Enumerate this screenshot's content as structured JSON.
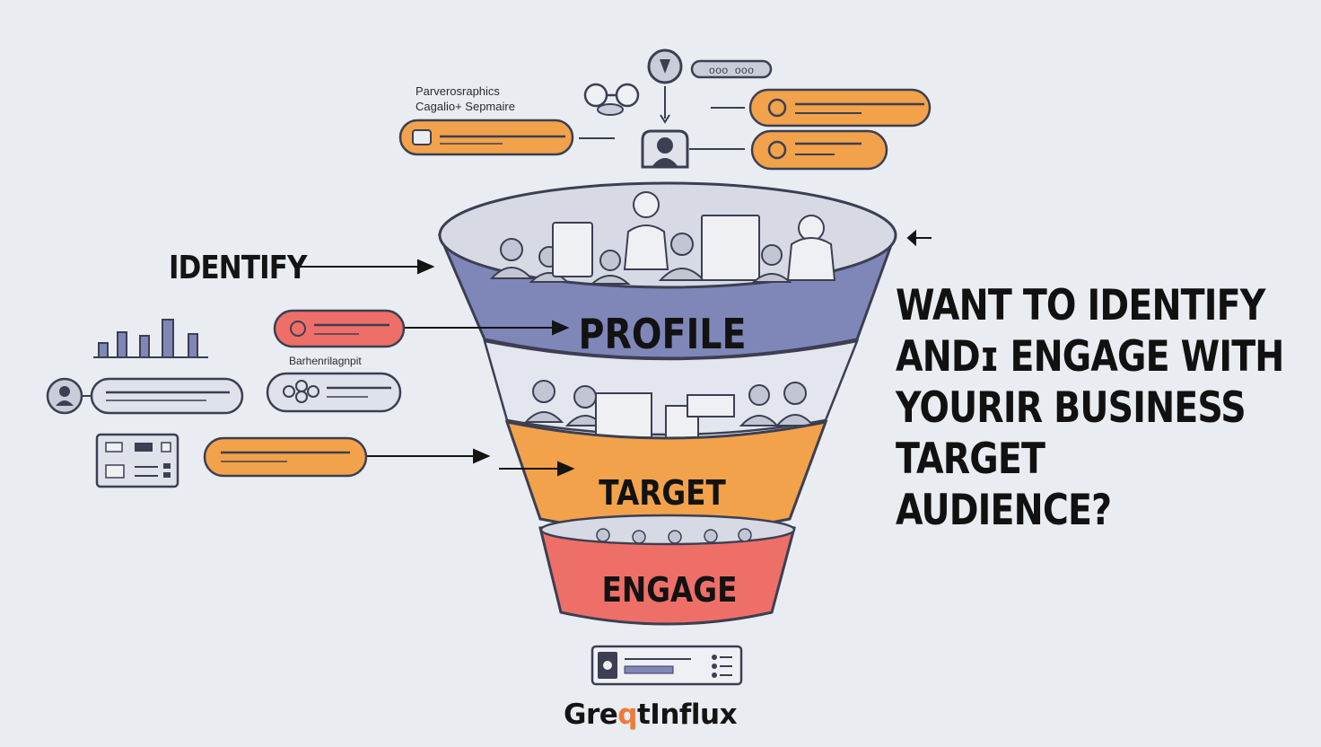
{
  "funnel": {
    "stages": [
      {
        "label": "PROFILE",
        "color": "#7f86b8"
      },
      {
        "label": "TARGET",
        "color": "#f2a24a"
      },
      {
        "label": "ENGAGE",
        "color": "#ee6f68"
      }
    ]
  },
  "identify_label": "IDENTIFY",
  "captions": {
    "top_line1": "Parverosraphics",
    "top_line2": "Cagalio+ Sepmaire",
    "mid": "Barhenrilagnpit"
  },
  "top_pill_text": "ooo ooo",
  "headline": {
    "line1": "WANT TO IDENTIFY",
    "line2": "ANDɪ ENGAGE WITH",
    "line3": "YOURIR BUSINESS",
    "line4": "TARGET",
    "line5": "AUDIENCE?"
  },
  "brand": {
    "part1": "Gre",
    "part2": "q",
    "part3": "tInflux"
  },
  "colors": {
    "background": "#e9ecf1",
    "orange": "#f2a24a",
    "coral": "#ee6f68",
    "slate": "#7f86b8",
    "card_gray": "#dfe2ea",
    "outline": "#3c3f52"
  },
  "icons": [
    "bar-chart-icon",
    "user-icon",
    "people-icon",
    "document-icon",
    "toggle-icon",
    "location-icon"
  ]
}
